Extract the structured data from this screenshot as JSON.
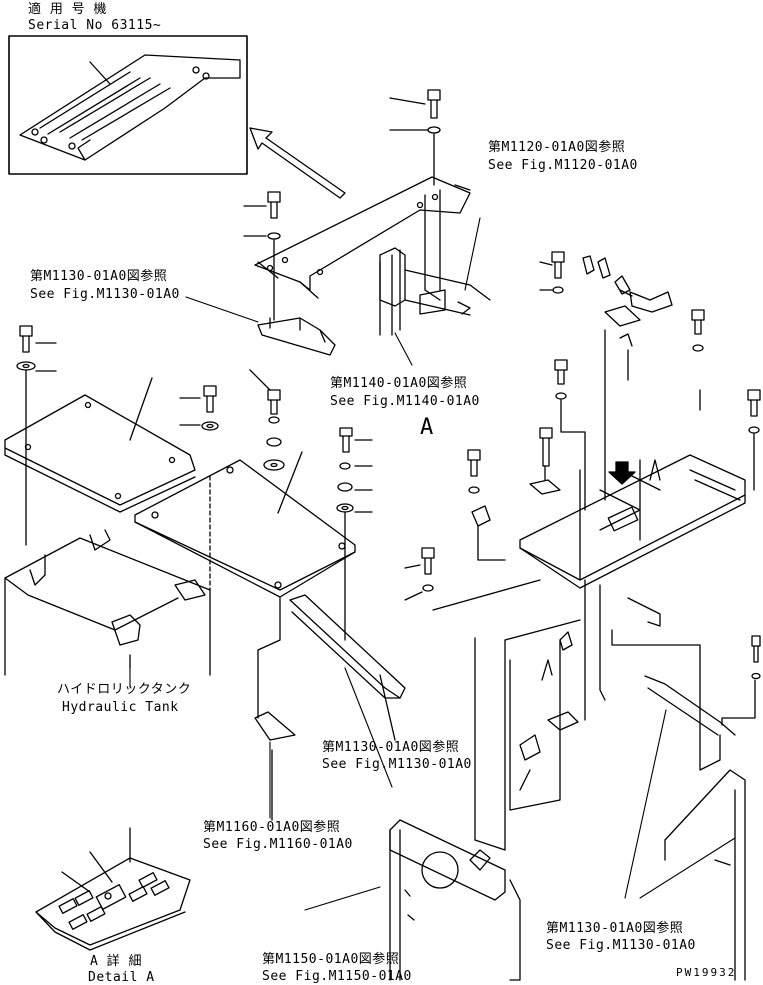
{
  "inset": {
    "jp": "適 用 号 機",
    "serial": "Serial No 63115~"
  },
  "refs": {
    "m1120": {
      "jp": "第M1120-01A0図参照",
      "en": "See Fig.M1120-01A0"
    },
    "m1130_left": {
      "jp": "第M1130-01A0図参照",
      "en": "See Fig.M1130-01A0"
    },
    "m1140": {
      "jp": "第M1140-01A0図参照",
      "en": "See Fig.M1140-01A0"
    },
    "m1130_mid": {
      "jp": "第M1130-01A0図参照",
      "en": "See Fig.M1130-01A0"
    },
    "m1160": {
      "jp": "第M1160-01A0図参照",
      "en": "See Fig.M1160-01A0"
    },
    "m1150": {
      "jp": "第M1150-01A0図参照",
      "en": "See Fig.M1150-01A0"
    },
    "m1130_right": {
      "jp": "第M1130-01A0図参照",
      "en": "See Fig.M1130-01A0"
    }
  },
  "hydraulic_tank": {
    "jp": "ハイドロリックタンク",
    "en": "Hydraulic Tank"
  },
  "detail": {
    "jp": "A 詳 細",
    "en": "Detail A"
  },
  "view_marker": "A",
  "drawing_number": "PW19932"
}
